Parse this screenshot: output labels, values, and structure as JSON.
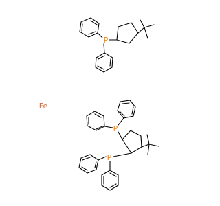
{
  "diagram": {
    "type": "chemical-structure",
    "atom_labels": {
      "iron": "Fe",
      "phosphorus_top": "P",
      "phosphorus_bottom_upper": "P",
      "phosphorus_bottom_lower": "P"
    },
    "colors": {
      "phosphorus": "#ff8000",
      "iron": "#e06633",
      "bond": "#000000",
      "background": "#ffffff"
    }
  }
}
